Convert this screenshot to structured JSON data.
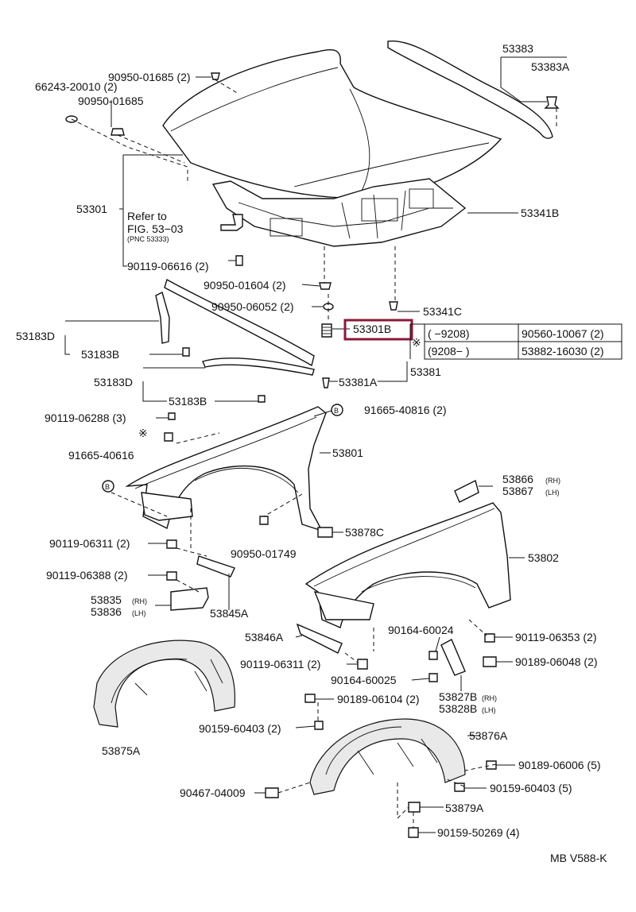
{
  "labels": {
    "p53383": "53383",
    "p53383A": "53383A",
    "p90950_01685_2": "90950-01685 (2)",
    "p66243_20010_2": "66243-20010 (2)",
    "p90950_01685": "90950-01685",
    "p53301": "53301",
    "refer_line1": "Refer to",
    "refer_line2": "FIG. 53−03",
    "refer_line3": "(PNC 53333)",
    "p53341B": "53341B",
    "p90119_06616_2": "90119-06616 (2)",
    "p90950_01604_2": "90950-01604 (2)",
    "p90950_06052_2": "90950-06052 (2)",
    "p53341C": "53341C",
    "p53301B": "53301B",
    "p53183D_a": "53183D",
    "p53183B_a": "53183B",
    "p53381": "53381",
    "p53183D_b": "53183D",
    "p53381A": "53381A",
    "p53183B_b": "53183B",
    "p90119_06288_3": "90119-06288 (3)",
    "circle_B_1": "B",
    "p91665_40816_2": "91665-40816 (2)",
    "p53801": "53801",
    "p91665_40616": "91665-40616",
    "circle_B_2": "B",
    "p53866": "53866",
    "p53866_rh": "(RH)",
    "p53867": "53867",
    "p53867_lh": "(LH)",
    "p53878C": "53878C",
    "p90119_06311_2_a": "90119-06311 (2)",
    "p90950_01749": "90950-01749",
    "p53802": "53802",
    "p90119_06388_2": "90119-06388 (2)",
    "p53835": "53835",
    "p53835_rh": "(RH)",
    "p53836": "53836",
    "p53836_lh": "(LH)",
    "p53845A": "53845A",
    "p53846A": "53846A",
    "p90164_60024": "90164-60024",
    "p90119_06353_2": "90119-06353 (2)",
    "p90119_06311_2_b": "90119-06311 (2)",
    "p90189_06048_2": "90189-06048 (2)",
    "p90164_60025": "90164-60025",
    "p53827B": "53827B",
    "p53827B_rh": "(RH)",
    "p53828B": "53828B",
    "p53828B_lh": "(LH)",
    "p90189_06104_2": "90189-06104 (2)",
    "p53875A": "53875A",
    "p90159_60403_2": "90159-60403 (2)",
    "p53876A": "53876A",
    "p90189_06006_5": "90189-06006 (5)",
    "p90467_04009": "90467-04009",
    "p90159_60403_5": "90159-60403 (5)",
    "p53879A": "53879A",
    "p90159_50269_4": "90159-50269 (4)",
    "footer": "MB  V588-K",
    "asterisk": "※"
  },
  "table": {
    "rows": [
      {
        "range": "(      −9208)",
        "part": "90560-10067 (2)"
      },
      {
        "range": "(9208−        )",
        "part": "53882-16030 (2)"
      }
    ]
  },
  "highlight_color": "#8b1a3a"
}
